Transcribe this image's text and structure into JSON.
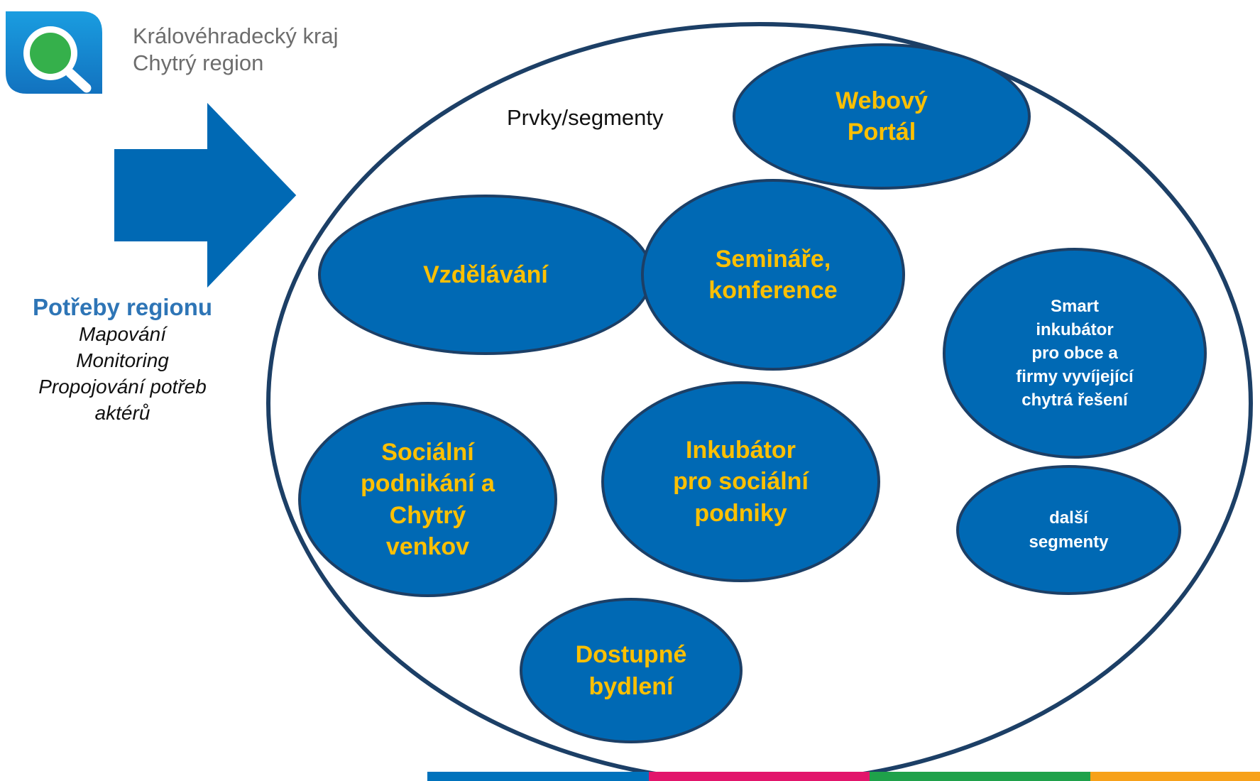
{
  "logo": {
    "icon": "magnifier-logo-icon",
    "line1": "Královéhradecký kraj",
    "line2": "Chytrý region"
  },
  "needs": {
    "title": "Potřeby regionu",
    "items": [
      "Mapování",
      "Monitoring",
      "Propojování potřeb",
      "aktérů"
    ]
  },
  "diagram": {
    "container_label": "Prvky/segmenty",
    "nodes": {
      "webovy_portal": "Webový\nPortál",
      "vzdelavani": "Vzdělávání",
      "seminare": "Semináře,\nkonference",
      "smart_inkubator": "Smart\ninkubátor\npro obce  a\nfirmy vyvíjející\nchytrá řešení",
      "socialni_podnikani": "Sociální\npodnikání a\nChytrý\nvenkov",
      "inkubator_socialni": "Inkubátor\npro sociální\npodniky",
      "dalsi_segmenty": "další\nsegmenty",
      "dostupne_bydleni": "Dostupné\nbydlení"
    }
  },
  "colors": {
    "node_fill": "#0069b4",
    "node_border": "#1c3f66",
    "node_text_gold": "#ffc000",
    "arrow": "#0069b4",
    "needs_title": "#2e75b6",
    "stripe_blue": "#0072bc",
    "stripe_pink": "#e2156b",
    "stripe_green": "#1fa14a",
    "stripe_orange": "#f7a11a"
  }
}
